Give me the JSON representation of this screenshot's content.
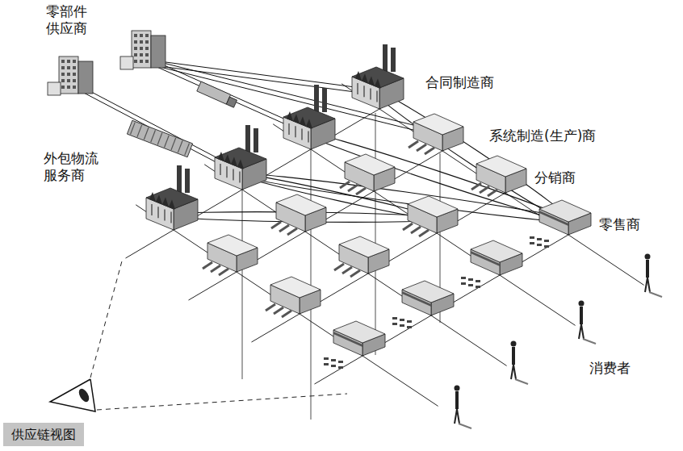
{
  "diagram": {
    "title": "供应链视图",
    "labels": [
      "零部件 供应商",
      "合同制造商",
      "外包物流 服务商",
      "系统制造(生产)商",
      "分销商",
      "零售商",
      "消费者"
    ]
  }
}
